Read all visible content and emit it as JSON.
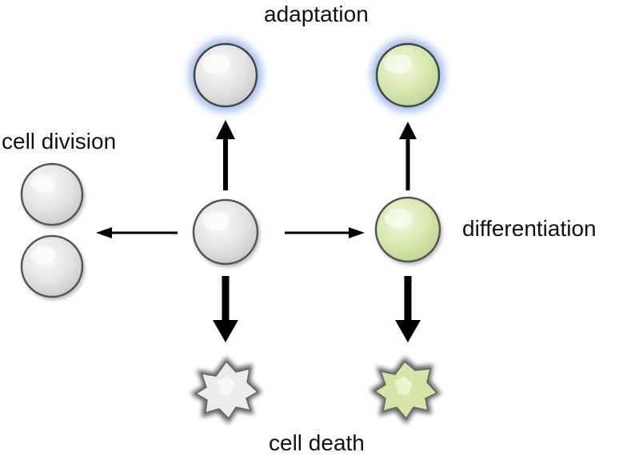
{
  "labels": {
    "adaptation": "adaptation",
    "cell_division": "cell division",
    "differentiation": "differentiation",
    "cell_death": "cell death"
  },
  "colors": {
    "normal_cell": "#e6e6e6",
    "differentiated_cell": "#d8e8b0",
    "adaptation_glow": "#8fb0e8",
    "arrow": "#000000",
    "background": "#ffffff"
  }
}
